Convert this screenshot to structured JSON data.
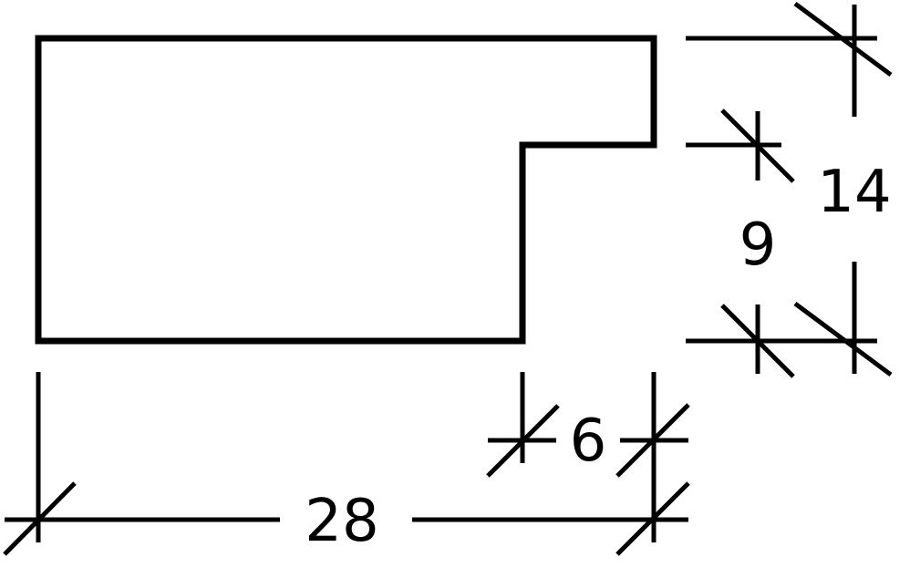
{
  "profile": {
    "dimensions": {
      "total_width": "28",
      "rebate_width": "6",
      "total_height": "14",
      "rebate_depth": "9"
    }
  }
}
